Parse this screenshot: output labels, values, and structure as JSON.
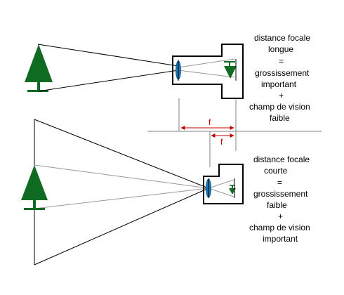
{
  "top_caption": {
    "line1": "distance focale",
    "line2": "longue",
    "line3": "=",
    "line4": "grossissement",
    "line5": "important",
    "line6": "+",
    "line7": "champ de vision",
    "line8": "faible"
  },
  "bottom_caption": {
    "line1": "distance focale",
    "line2": "courte",
    "line3": "=",
    "line4": "grossissement",
    "line5": "faible",
    "line6": "+",
    "line7": "champ de vision",
    "line8": "important"
  },
  "focal_labels": {
    "long": "f",
    "short": "f"
  },
  "colors": {
    "tree": "#0f6b22",
    "lens": "#1a78b4",
    "focal_arrows": "#c00000",
    "rays_outer": "#000000",
    "rays_inner": "#9a9a9a"
  }
}
